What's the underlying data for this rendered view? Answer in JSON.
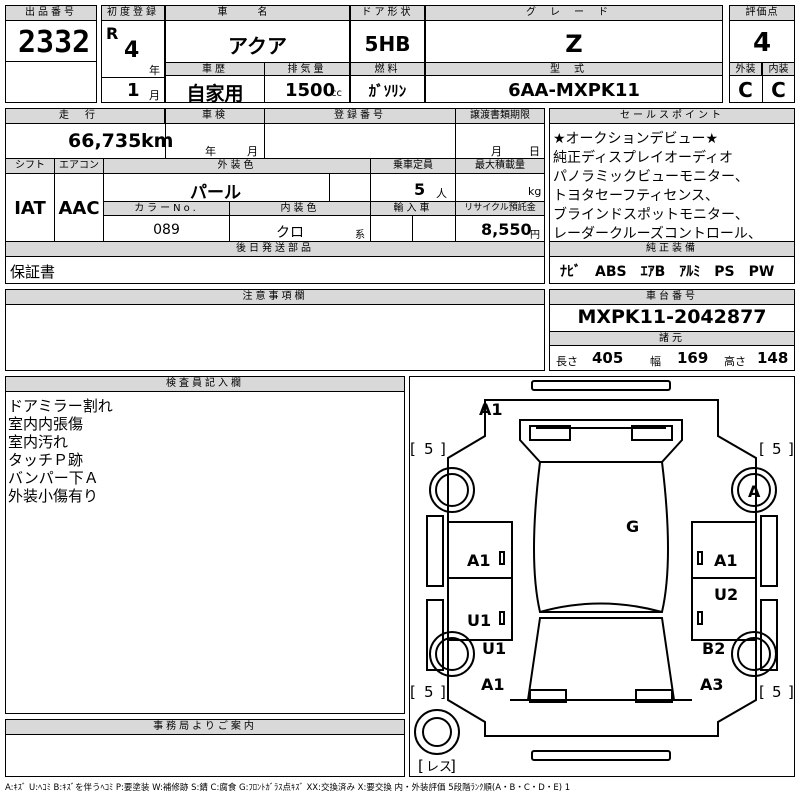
{
  "header": {
    "lot_label": "出品番号",
    "lot": "2332",
    "first_reg_label": "初度登録",
    "era": "R",
    "reg_year": "4",
    "year_unit": "年",
    "reg_month": "1",
    "month_unit": "月",
    "car_name_label": "車名",
    "car_name": "アクア",
    "history_label": "車歴",
    "history": "自家用",
    "displacement_label": "排気量",
    "displacement": "1500",
    "cc": "cc",
    "door_label": "ドア形状",
    "door": "5HB",
    "fuel_label": "燃料",
    "fuel": "ｶﾞｿﾘﾝ",
    "grade_label": "グレード",
    "grade": "Z",
    "model_label": "型式",
    "model": "6AA-MXPK11",
    "score_label": "評価点",
    "score": "4",
    "ext_label": "外装",
    "ext": "C",
    "int_label": "内装",
    "int": "C"
  },
  "row2": {
    "mileage_label": "走行",
    "mileage": "66,735",
    "km": "km",
    "inspection_label": "車検",
    "insp_year": "年",
    "insp_month": "月",
    "plate_label": "登録番号",
    "transfer_label": "譲渡書類期限",
    "tr_month": "月",
    "tr_day": "日",
    "shift_label": "シフト",
    "shift": "IAT",
    "ac_label": "エアコン",
    "ac": "AAC",
    "color_label": "外装色",
    "color": "パール",
    "capacity_label": "乗車定員",
    "capacity": "5",
    "person_unit": "人",
    "load_label": "最大積載量",
    "kg": "kg",
    "color_no_label": "カラーNo.",
    "color_no": "089",
    "int_color_label": "内装色",
    "int_color": "クロ",
    "int_suffix": "系",
    "import_label": "輸入車",
    "recycle_label": "リサイクル預託金",
    "recycle": "8,550",
    "yen": "円",
    "later_label": "後日発送部品",
    "later": "保証書"
  },
  "sales": {
    "label": "セールスポイント",
    "lines": [
      "★オークションデビュー★",
      "純正ディスプレイオーディオ",
      "パノラミックビューモニター、",
      "トヨタセーフティセンス、",
      "ブラインドスポットモニター、",
      "レーダークルーズコントロール、"
    ]
  },
  "equipment": {
    "label": "純正装備",
    "items": "ﾅﾋﾞ　ABS　ｴｱB　ｱﾙﾐ　PS　PW"
  },
  "notes": {
    "label": "注意事項欄"
  },
  "chassis": {
    "label": "車台番号",
    "number": "MXPK11-2042877",
    "spec_label": "諸元",
    "len_label": "長さ",
    "length": "405",
    "wid_label": "幅",
    "width": "169",
    "hgt_label": "高さ",
    "height": "148"
  },
  "inspector": {
    "label": "検査員記入欄",
    "lines": [
      "ドアミラー割れ",
      "室内内張傷",
      "室内汚れ",
      "タッチＰ跡",
      "バンパー下Ａ",
      "外装小傷有り"
    ]
  },
  "office": {
    "label": "事務局よりご案内"
  },
  "diagram": {
    "marks": {
      "front": "A1",
      "roof": "G",
      "left_front_door": "A1",
      "left_rear_door": "U1",
      "left_rear_quarter": "U1",
      "rear_left": "A1",
      "right_front_door": "A1",
      "right_rear_door": "U2",
      "right_rear_quarter": "B2",
      "rear_right": "A3",
      "right_front_tire": "A"
    },
    "tires": {
      "fl": "5",
      "fr": "5",
      "rl": "5",
      "rr": "5"
    },
    "spare": "レス"
  },
  "legend": "A:ｷｽﾞ U:ﾍｺﾐ B:ｷｽﾞを伴うﾍｺﾐ P:要塗装 W:補修跡 S:錆 C:腐食 G:ﾌﾛﾝﾄｶﾞﾗｽ点ｷｽﾞ XX:交換済み X:要交換 内・外装評価 5段階ﾗﾝｸ順(A・B・C・D・E) 1"
}
